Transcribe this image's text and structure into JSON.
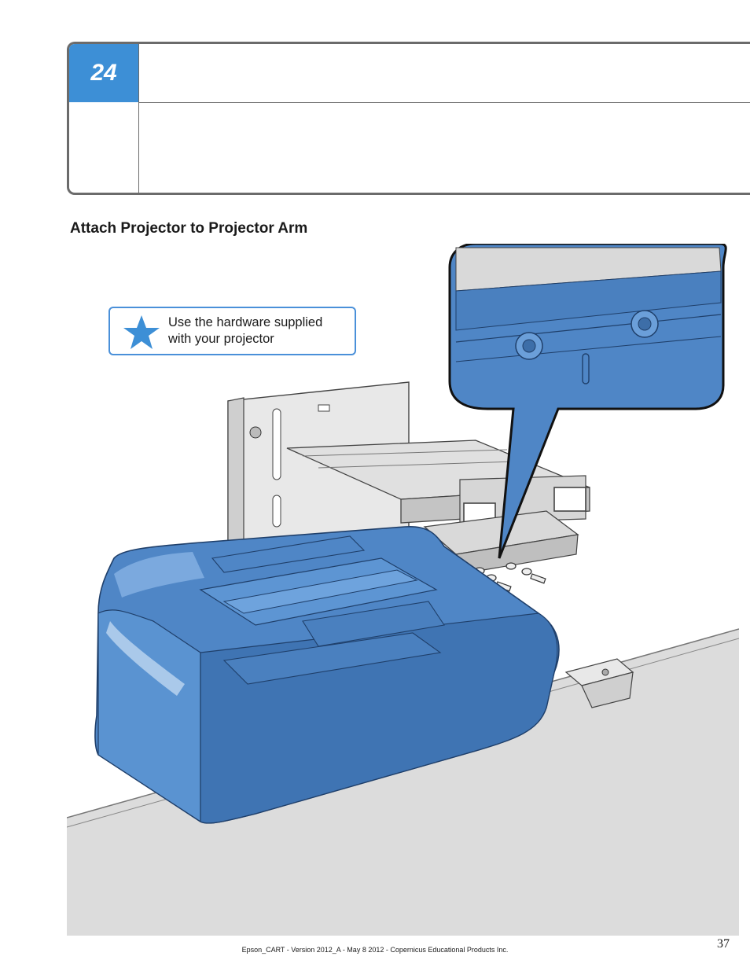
{
  "step": {
    "number": "24"
  },
  "section": {
    "title": "Attach Projector to Projector Arm"
  },
  "note": {
    "icon": "star-icon",
    "line1": "Use the hardware supplied",
    "line2": "with your projector"
  },
  "colors": {
    "accent": "#3d8fd6",
    "projector": "#4f86c6",
    "frame": "#e4e4e4",
    "floor": "#dcdcdc"
  },
  "footer": {
    "text": "Epson_CART - Version 2012_A - May 8 2012 - Copernicus Educational Products Inc.",
    "page_number": "37"
  }
}
